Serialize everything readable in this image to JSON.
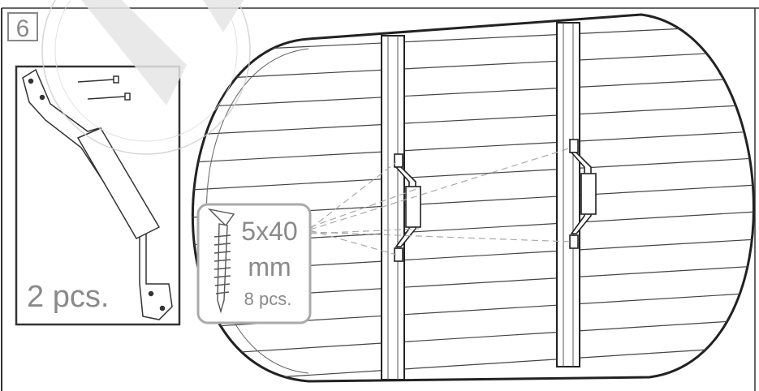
{
  "step": {
    "number": "6"
  },
  "parts_box": {
    "quantity_label": "2 pcs.",
    "item_icon": "bracket-with-screws-icon"
  },
  "screw_callout": {
    "size_label": "5x40",
    "unit_label": "mm",
    "quantity_label": "8 pcs.",
    "item_icon": "wood-screw-icon"
  },
  "watermark": {
    "icon": "logo-watermark"
  }
}
